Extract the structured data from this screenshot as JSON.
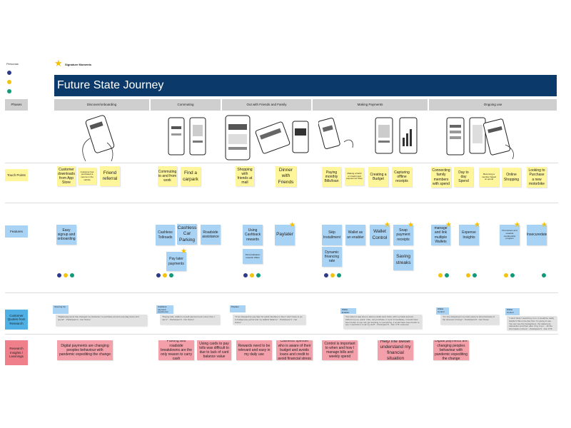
{
  "legend": {
    "personas_label": "Personas",
    "persona_colors": [
      "#2c3a8a",
      "#f2c40f",
      "#119a7a"
    ],
    "signature_label": "Signature Moments",
    "star_color": "#f6c000",
    "star_glyph": "★"
  },
  "title": "Future State Journey",
  "phases": [
    "Discover/onboarding",
    "Commuting",
    "Out with Friends and Family",
    "Making Payments",
    "Ongoing use"
  ],
  "row_labels": {
    "phases": "Phases",
    "touch_points": "Touch Points",
    "features": "Features",
    "quotes": "Customer Quotes from Research",
    "research": "Research Insights / Learnings"
  },
  "touch_points": [
    "Customer downloads from App Store",
    "Customer has purchased a new tie in the vehicle",
    "Friend referral",
    "Commuting to and from work",
    "Find a carpark",
    "Shopping with friends at mall",
    "Dinner with Friends",
    "Paying monthly Bills/loan",
    "Making a Debit or Credit Card payment at Shop",
    "Creating a Budget",
    "Capturing offline receipts",
    "Connecting family members with spend",
    "Day to day Spend",
    "Becoming a member based on spend",
    "Online Shopping",
    "Looking to Purchase a new motorbike"
  ],
  "features": [
    "Easy signup and onboarding",
    "Cashless Tollroads",
    "Cashless Car Parking",
    "Roadside assistance",
    "Pay later payments",
    "Using Cashback rewards",
    "Personalisation rewards Offers",
    "Paylater",
    "Skip Installment",
    "Dynamic financing rate",
    "Wallet as an enabler",
    "Wallet Control",
    "Snap payment receipts",
    "Saving streaks",
    "manage and link multiple Wallets",
    "Expense Insights",
    "Promotions and rewards membership program",
    "Unsecuredater"
  ],
  "quote_tags": [
    "Opening Up",
    "Cashless payment experience",
    "Paylater",
    "Wallet Enabler",
    "Wallet Control",
    "Wallet Control"
  ],
  "quotes": [
    "\"Digital payments has changed my behaviour to purchase around everyday items and spend\" - Participant 4 - Car Owner",
    "\"Paying tolls, wallet is myself payment ever every time I use it\" - Participant 8 - Car Owner",
    "\"If we shopped by pay later for quick interface to then I don't have to go to budget pay period and my wallets balance\" - Participant 9 - Car Owner",
    "\"For when it was time to add my debit card, think, with my bank account without top up, quick. I like, can purchase, in sync immediately, it would have been better to see can get tracking on everything, it would have been better to see I could link it to all my stuff\" - Participant 5 - Non CTF customer",
    "\"I'm into shopping in my town piece to shop because of the discount it brings\" - Participant 8 - Car Owner",
    "\"I don't think I would buy it on. It would be really helpful if this is the day then I'm going to use. You can see the transactions, the statement, transaction and then after I buy it so I... All the information is there\" - Participant 5 - Non CTF customer"
  ],
  "insights": [
    "Digital payments are changing peoples behaviour with pandemic expediting the change",
    "Parking and roadside breakdowns are the only reason to carry cash",
    "Using cards to pay tolls was difficult to due to lack of card balance value",
    "Rewards need to be relevant and easy in my daily use",
    "Cashless spender who is aware of their budget and avoids loans and credit to avoid financial stress",
    "Control is important to when and how I manage bills and weekly spend",
    "Help me better understand my financial situation",
    "Digital payments are changing peoples behaviour with pandemic expediting the change"
  ]
}
